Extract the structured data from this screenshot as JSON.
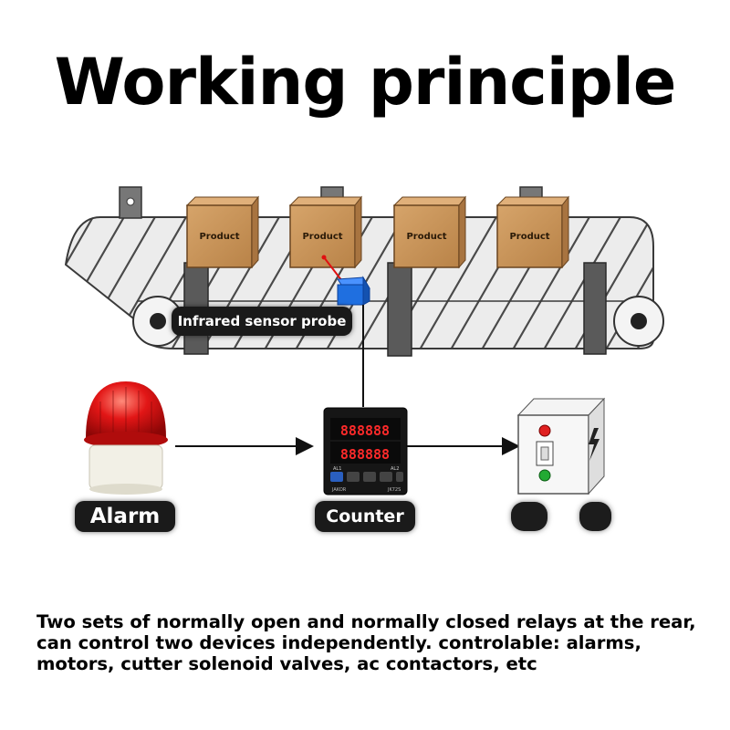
{
  "title": "Working principle",
  "products": [
    {
      "label": "Product"
    },
    {
      "label": "Product"
    },
    {
      "label": "Product"
    },
    {
      "label": "Product"
    }
  ],
  "sensor_label": "Infrared sensor probe",
  "alarm_label": "Alarm",
  "counter_label": "Counter",
  "counter_display": {
    "top_row": "888888",
    "bottom_row": "888888",
    "brand": "JAKOR",
    "model": "JK72S",
    "buttons": [
      "AL1",
      "AL2"
    ]
  },
  "caption_lines": [
    "Two sets of normally open and normally closed relays at the rear,",
    "can control two devices independently. controlable: alarms,",
    "motors, cutter solenoid valves, ac contactors, etc"
  ],
  "colors": {
    "belt": "#e6e6e6",
    "box": "#c8935a",
    "sensor": "#1f6fe0",
    "alarm_light": "#e01414",
    "digits": "#ff2a2a",
    "label_bg": "#1a1a1a"
  }
}
